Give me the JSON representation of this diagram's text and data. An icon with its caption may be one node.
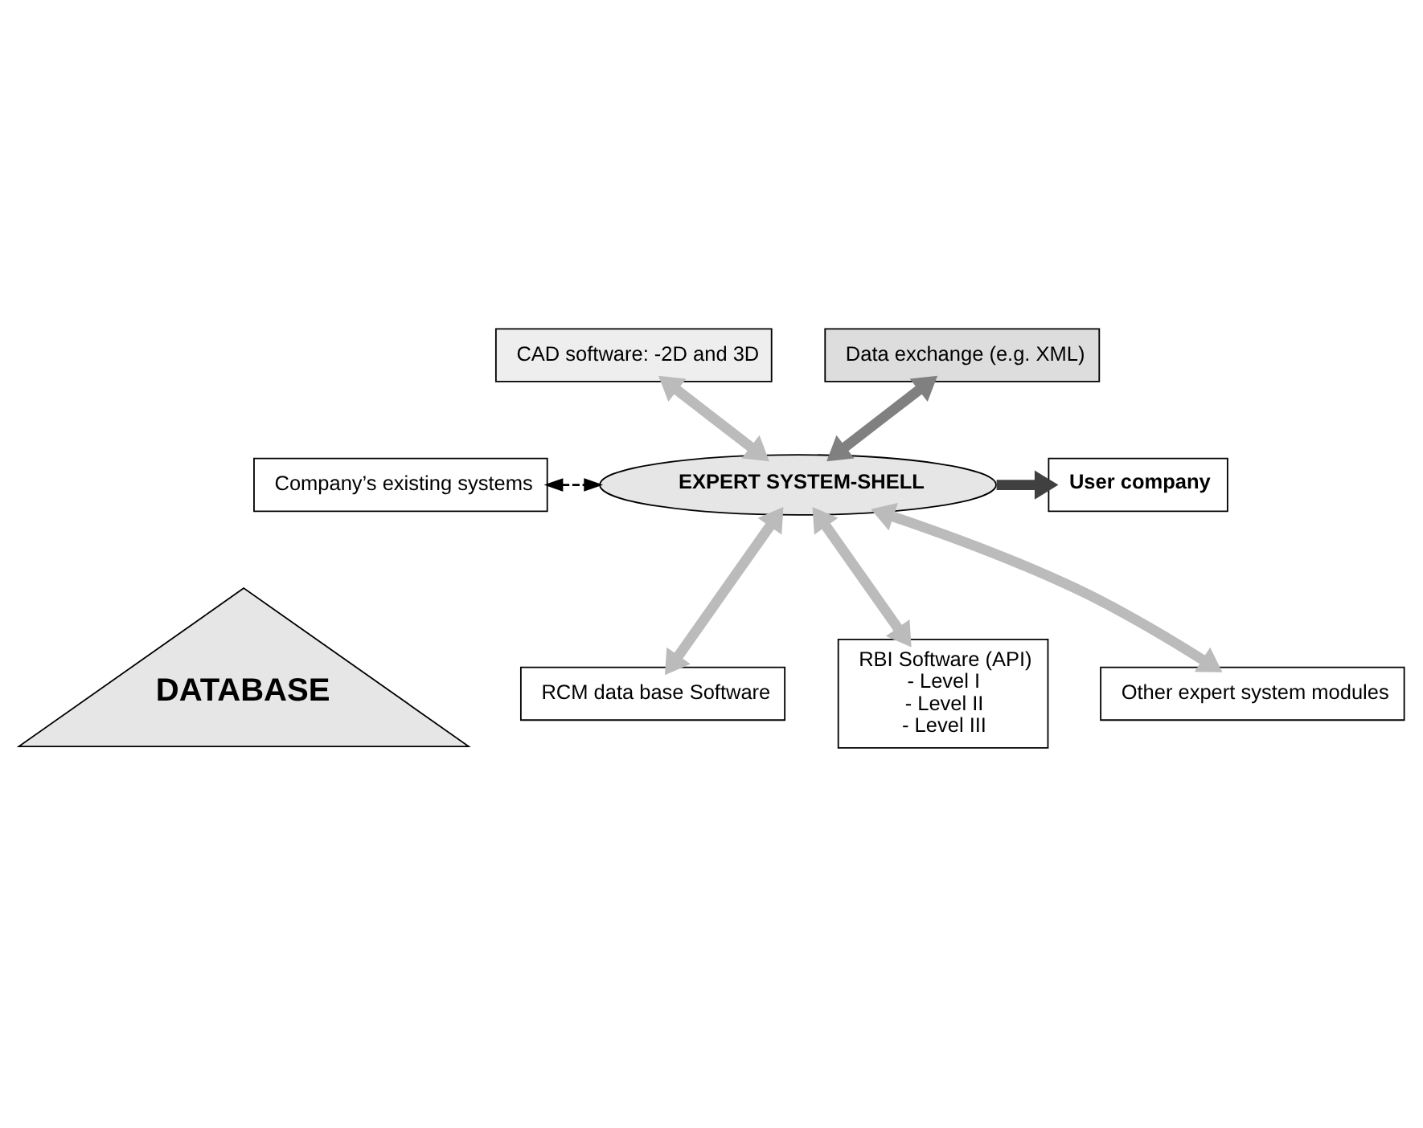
{
  "diagram": {
    "nodes": [
      {
        "text": [
          "CAD software: -2D and 3D"
        ]
      },
      {
        "text": [
          "Data exchange (e.g. XML)"
        ]
      },
      {
        "text": [
          "Company’s existing systems"
        ]
      },
      {
        "text": [
          "DATABASE"
        ]
      },
      {
        "text": [
          "EXPERT SYSTEM-SHELL"
        ]
      },
      {
        "text": [
          "User company"
        ]
      },
      {
        "text": [
          "RCM data base Software"
        ]
      },
      {
        "text": [
          "RBI Software (API)",
          "- Level I",
          "- Level II",
          "- Level III"
        ]
      },
      {
        "text": [
          "Other expert system modules"
        ]
      }
    ],
    "edges": [
      {
        "from": 0,
        "to": 4,
        "arrow": "both"
      },
      {
        "from": 1,
        "to": 4,
        "arrow": "both",
        "color": "#808080"
      },
      {
        "from": 2,
        "to": 4,
        "arrow": "both",
        "style": "dashed",
        "color": "#000000"
      },
      {
        "from": 4,
        "to": 5,
        "arrow": "to",
        "color": "#404040"
      },
      {
        "from": 4,
        "to": 6,
        "arrow": "both"
      },
      {
        "from": 4,
        "to": 7,
        "arrow": "both"
      },
      {
        "from": 4,
        "to": 8,
        "arrow": "both"
      }
    ]
  }
}
